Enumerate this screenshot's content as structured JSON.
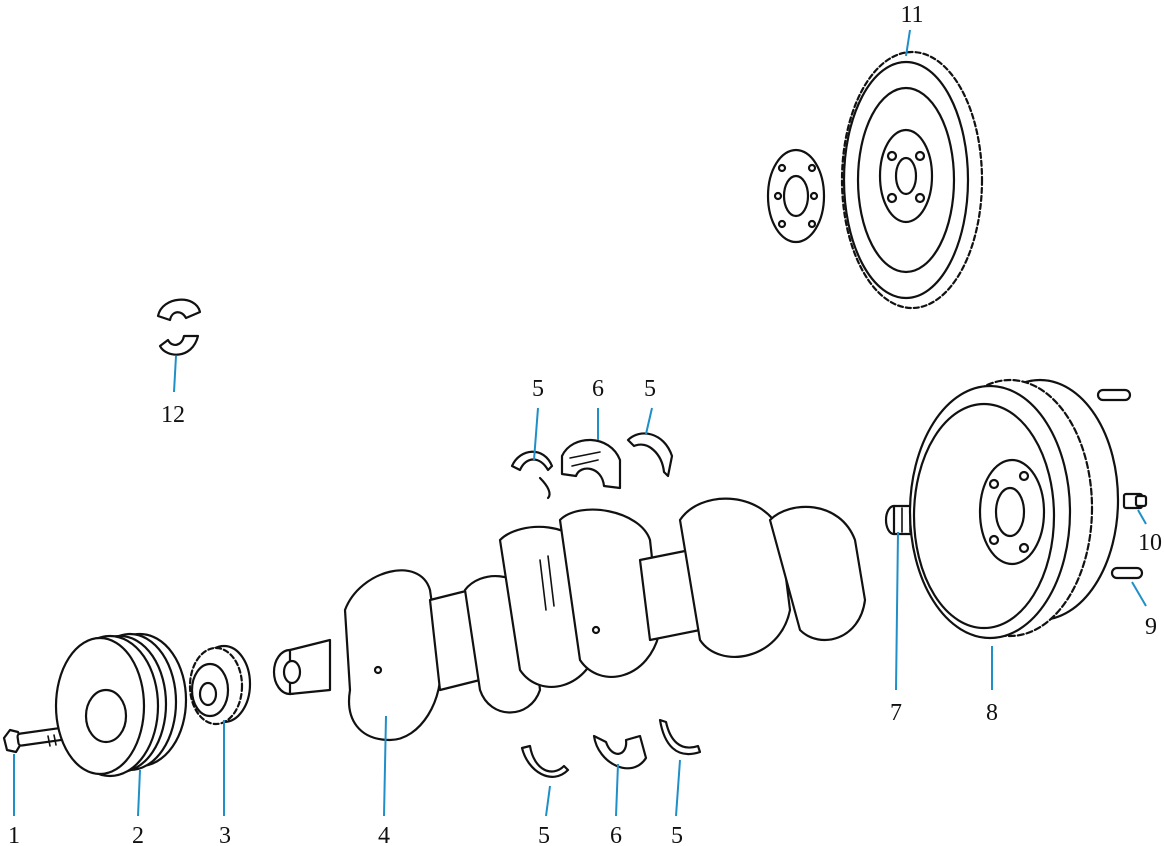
{
  "leader_color": "#1f8fc8",
  "callouts": [
    {
      "id": "c1",
      "label": "1"
    },
    {
      "id": "c2",
      "label": "2"
    },
    {
      "id": "c3",
      "label": "3"
    },
    {
      "id": "c4",
      "label": "4"
    },
    {
      "id": "c5a",
      "label": "5"
    },
    {
      "id": "c6a",
      "label": "6"
    },
    {
      "id": "c5b",
      "label": "5"
    },
    {
      "id": "c5c",
      "label": "5"
    },
    {
      "id": "c6b",
      "label": "6"
    },
    {
      "id": "c5d",
      "label": "5"
    },
    {
      "id": "c7",
      "label": "7"
    },
    {
      "id": "c8",
      "label": "8"
    },
    {
      "id": "c9",
      "label": "9"
    },
    {
      "id": "c10",
      "label": "10"
    },
    {
      "id": "c11",
      "label": "11"
    },
    {
      "id": "c12",
      "label": "12"
    }
  ]
}
